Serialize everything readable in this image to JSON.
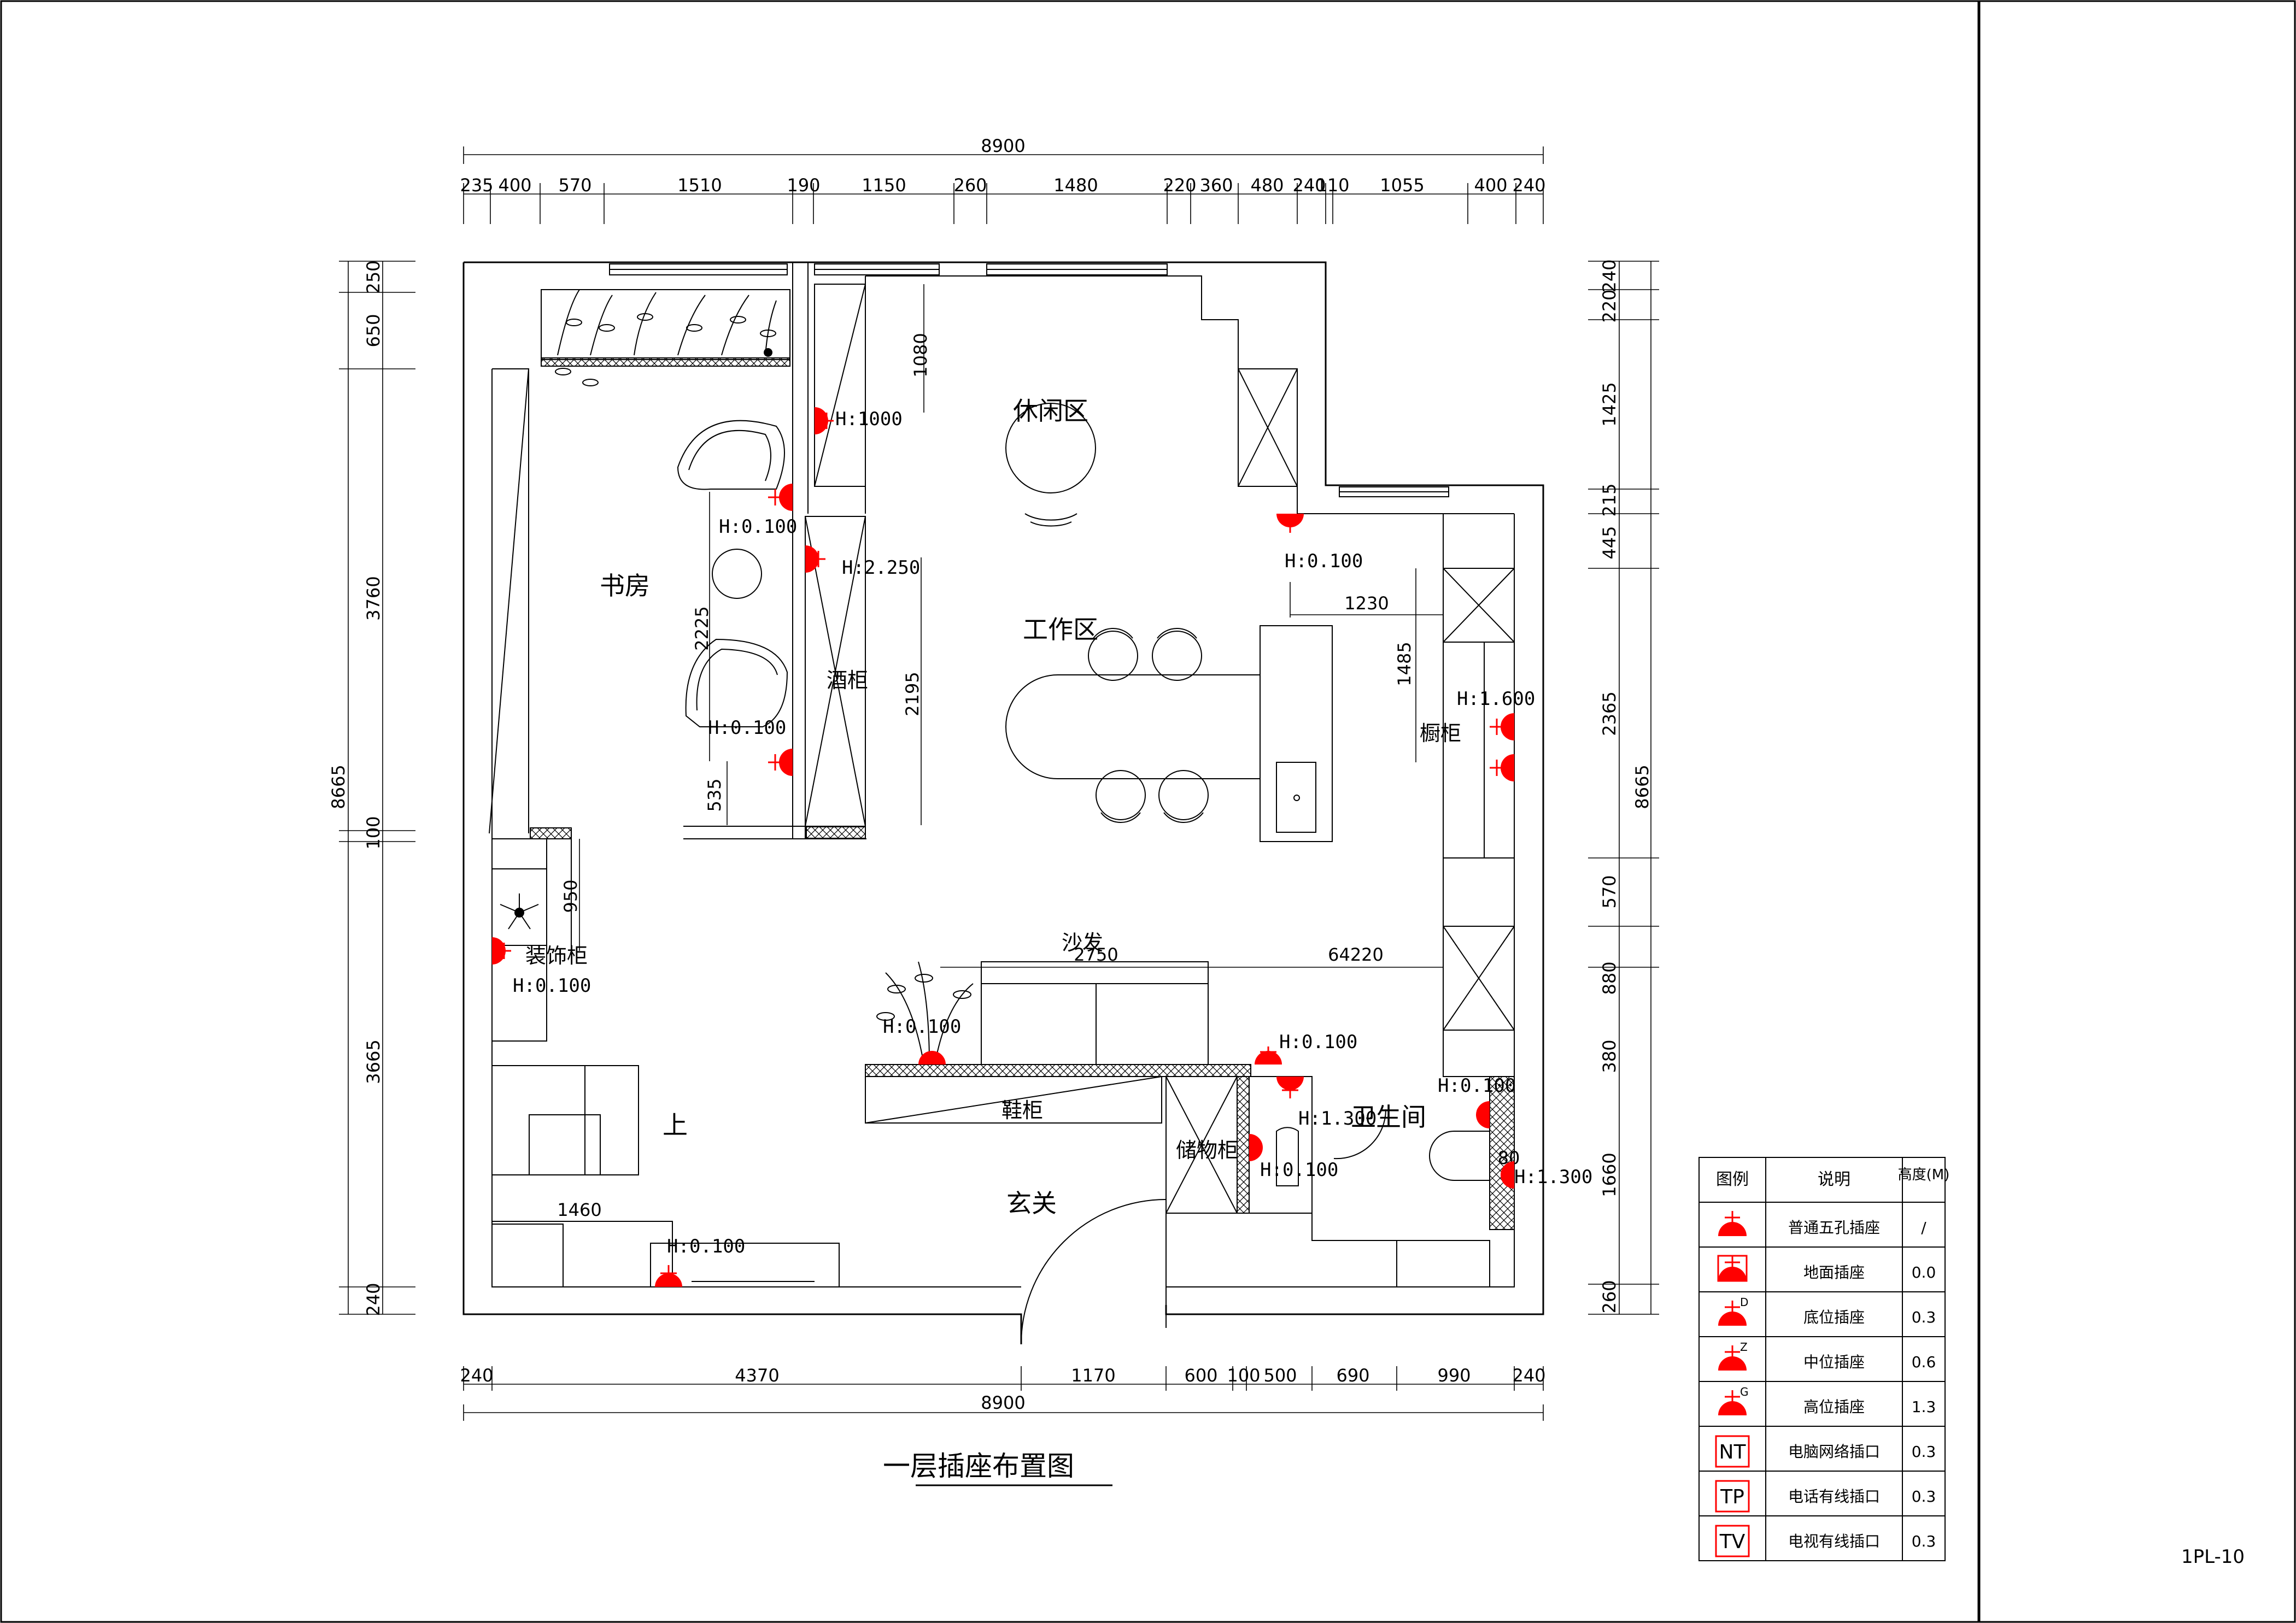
{
  "title": "一层插座布置图",
  "sheet_number": "1PL-10",
  "dims_top_overall": "8900",
  "dims_top": [
    "235",
    "400",
    "570",
    "1510",
    "190",
    "1150",
    "260",
    "1480",
    "220",
    "360",
    "480",
    "240",
    "110",
    "1055",
    "400",
    "240"
  ],
  "dims_bottom_overall": "8900",
  "dims_bottom": [
    "240",
    "4370",
    "1170",
    "600",
    "100",
    "500",
    "690",
    "990",
    "240"
  ],
  "dims_left_overall": "8665",
  "dims_left": [
    "250",
    "650",
    "3760",
    "100",
    "3665",
    "240"
  ],
  "dims_right_overall": "8665",
  "dims_right": [
    "220",
    "240",
    "1425",
    "215",
    "445",
    "2365",
    "570",
    "880",
    "380",
    "1660",
    "260"
  ],
  "interior_dims": [
    "1080",
    "2225",
    "535",
    "2195",
    "1230",
    "1485",
    "950",
    "2750",
    "64220",
    "1460",
    "80"
  ],
  "rooms": {
    "lounge": "休闲区",
    "study": "书房",
    "work": "工作区",
    "wine_cabinet": "酒柜",
    "cupboard": "橱柜",
    "deco_cabinet": "装饰柜",
    "sofa": "沙发",
    "stairs_up": "上",
    "shoe_cabinet": "鞋柜",
    "storage": "储物柜",
    "bathroom": "卫生间",
    "entrance": "玄关"
  },
  "heights": {
    "h1000": "H:1000",
    "h0100a": "H:0.100",
    "h2250": "H:2.250",
    "h0100b": "H:0.100",
    "h0100c": "H:0.100",
    "h1600": "H:1.600",
    "h0100d": "H:0.100",
    "h0100e": "H:0.100",
    "h0100f": "H:0.100",
    "h1300a": "H:1.300",
    "h0100g": "H:0.100",
    "h0100h": "H:0.100",
    "h1300b": "H:1.300",
    "h0100i": "H:0.100"
  },
  "legend": {
    "headers": [
      "图例",
      "说明",
      "高度(M)"
    ],
    "rows": [
      {
        "symbol": "outlet",
        "letter": "",
        "desc": "普通五孔插座",
        "height": "/"
      },
      {
        "symbol": "floor",
        "letter": "",
        "desc": "地面插座",
        "height": "0.0"
      },
      {
        "symbol": "outlet",
        "letter": "D",
        "desc": "底位插座",
        "height": "0.3"
      },
      {
        "symbol": "outlet",
        "letter": "Z",
        "desc": "中位插座",
        "height": "0.6"
      },
      {
        "symbol": "outlet",
        "letter": "G",
        "desc": "高位插座",
        "height": "1.3"
      },
      {
        "symbol": "box",
        "letter": "NT",
        "desc": "电脑网络插口",
        "height": "0.3"
      },
      {
        "symbol": "box",
        "letter": "TP",
        "desc": "电话有线插口",
        "height": "0.3"
      },
      {
        "symbol": "box",
        "letter": "TV",
        "desc": "电视有线插口",
        "height": "0.3"
      }
    ]
  },
  "colors": {
    "outlet": "#ff0000",
    "line": "#000000"
  }
}
